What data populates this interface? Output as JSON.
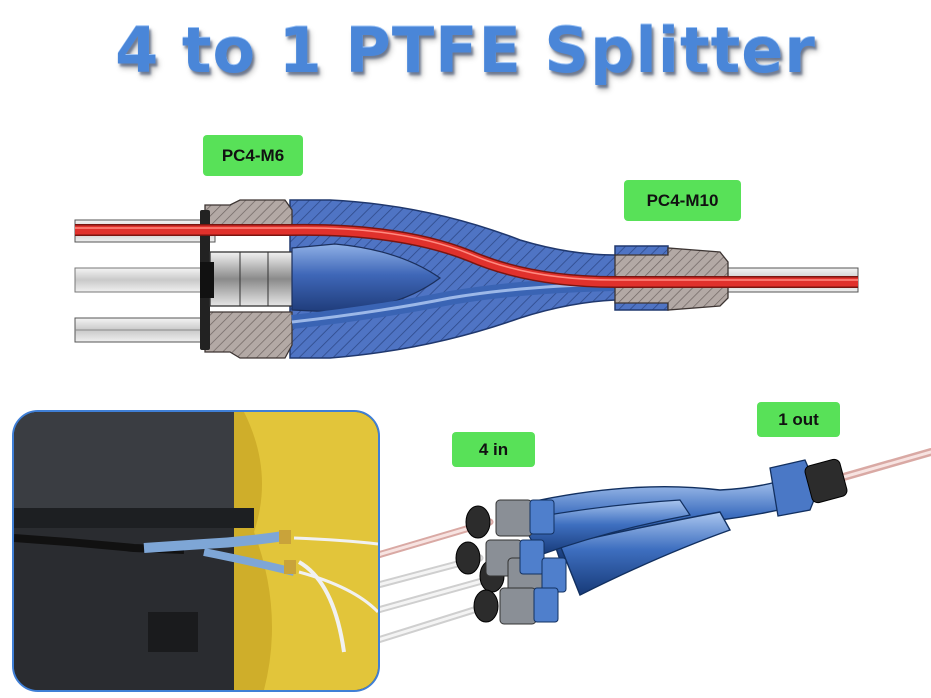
{
  "title": "4 to 1 PTFE Splitter",
  "labels": {
    "fitting_m6": "PC4-M6",
    "fitting_m10": "PC4-M10",
    "inputs": "4 in",
    "output": "1 out"
  },
  "colors": {
    "title_blue": "#4a86d8",
    "label_green": "#58e158",
    "body_blue": "#4f77c6",
    "filament_red": "#e0312c",
    "photo_border": "#3f7fd6"
  }
}
